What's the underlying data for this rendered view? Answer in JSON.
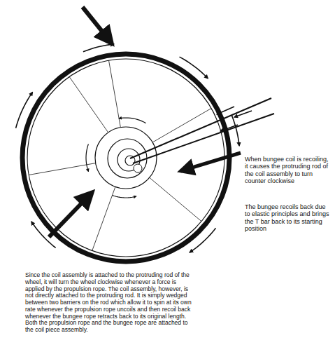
{
  "diagram": {
    "labels": [
      "When bungee coil is recoiling, it causes the protruding rod of the coil assembly to turn counter clockwise",
      "The bungee recoils back due to elastic principles and brings the T bar back to its starting position",
      "Since the coil assembly is attached to the protruding rod of the wheel, it will turn the wheel clockwise whenever a force is applied by the propulsion rope. The coil assembly, however, is not directly attached to the protruding rod. It is simply wedged between two barriers on the rod which allow it to spin at its own rate whenever the propulsion rope uncoils and then recoil back whenever the bungee rope retracts back to its original length. Both the propulsion rope and the bungee rope are attached to the coil piece assembly."
    ]
  }
}
